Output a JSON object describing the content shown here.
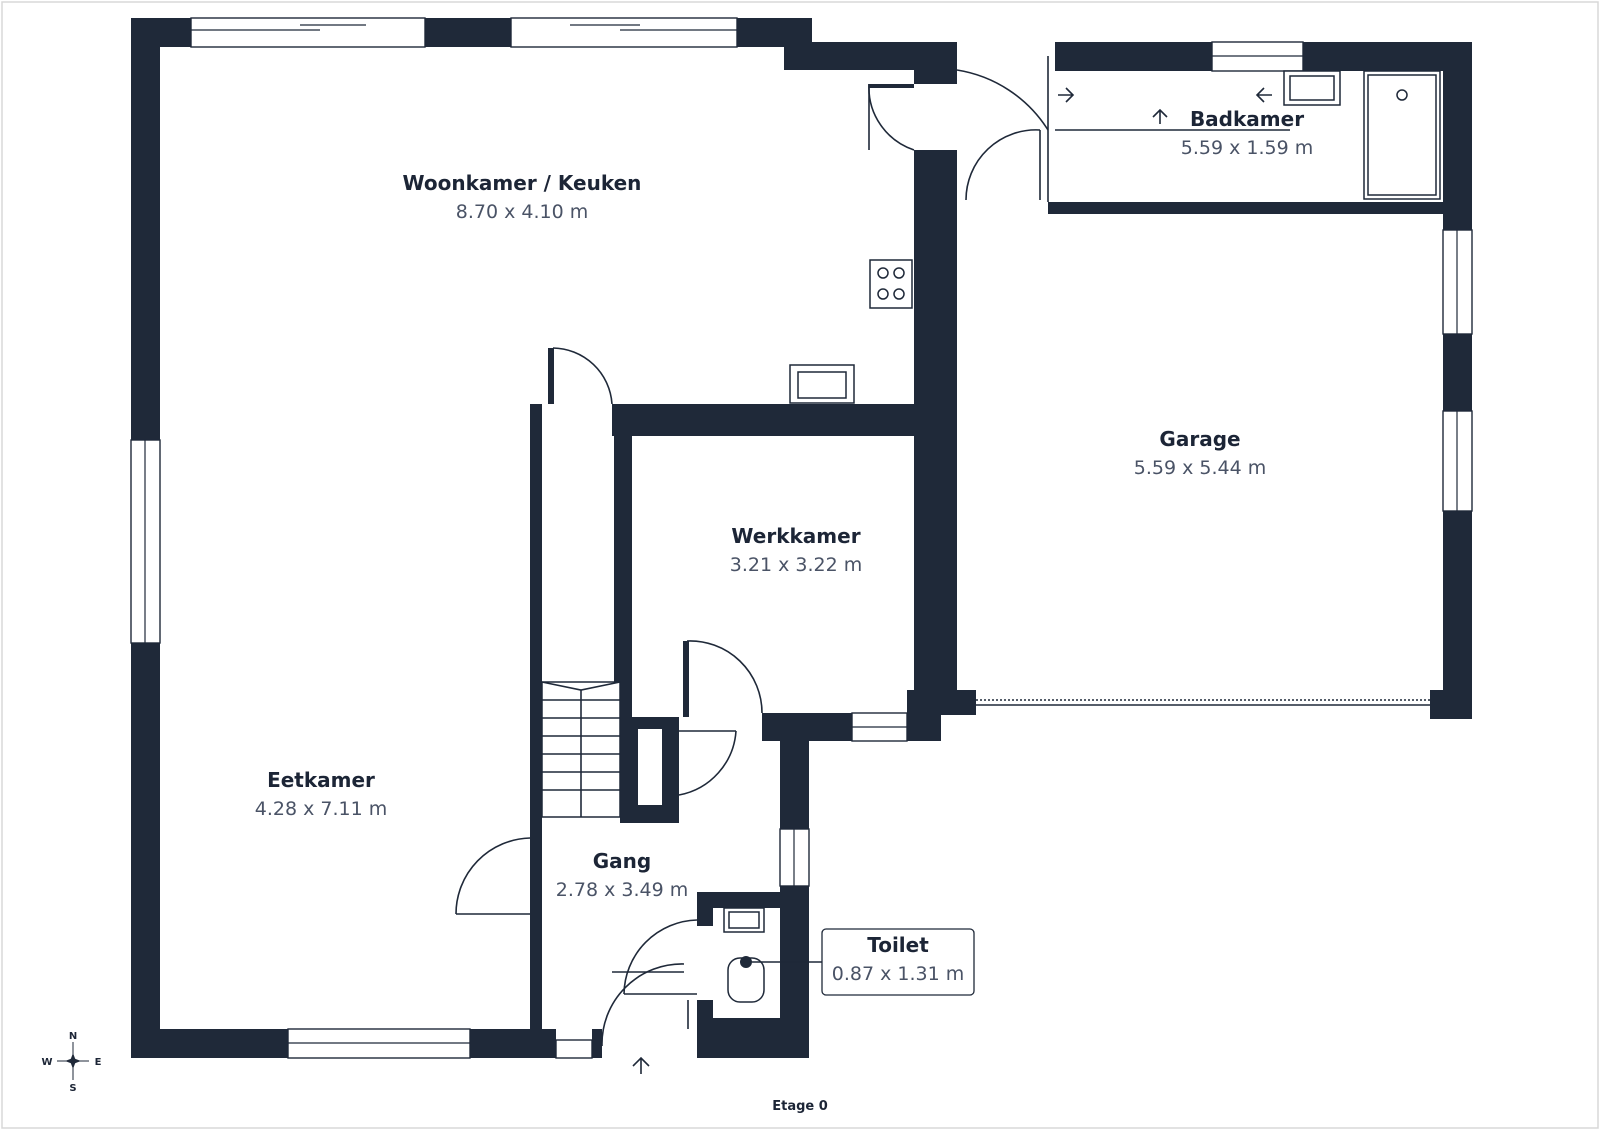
{
  "floor_label": "Etage 0",
  "compass": {
    "n": "N",
    "e": "E",
    "s": "S",
    "w": "W"
  },
  "rooms": {
    "woonkamer": {
      "name": "Woonkamer / Keuken",
      "dim": "8.70 x 4.10 m"
    },
    "badkamer": {
      "name": "Badkamer",
      "dim": "5.59 x 1.59 m"
    },
    "garage": {
      "name": "Garage",
      "dim": "5.59 x 5.44 m"
    },
    "werkkamer": {
      "name": "Werkkamer",
      "dim": "3.21 x 3.22 m"
    },
    "eetkamer": {
      "name": "Eetkamer",
      "dim": "4.28 x 7.11 m"
    },
    "gang": {
      "name": "Gang",
      "dim": "2.78 x 3.49 m"
    },
    "toilet": {
      "name": "Toilet",
      "dim": "0.87 x 1.31 m"
    }
  },
  "colors": {
    "wall": "#1f2939",
    "text": "#1c2536",
    "dim_text": "#4a5366",
    "frame": "#d8d8d8"
  }
}
